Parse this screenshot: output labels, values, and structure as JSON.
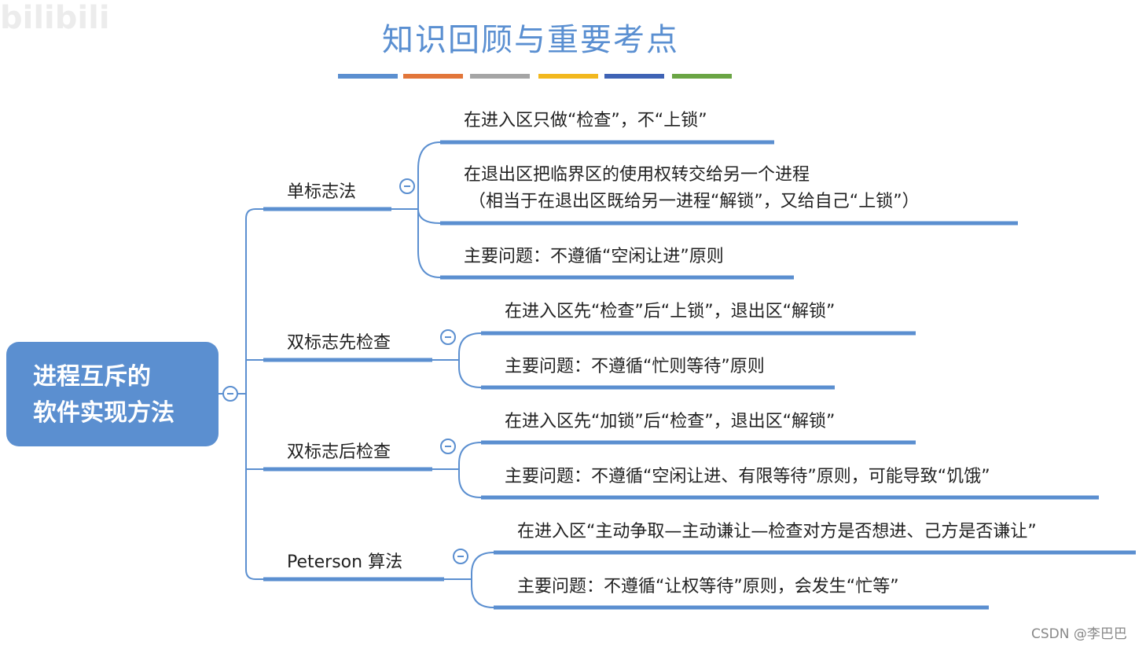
{
  "watermark": "bilibili",
  "title": "知识回顾与重要考点",
  "title_bar_colors": [
    "#5b8fd0",
    "#e2763a",
    "#a5a5a5",
    "#f2b81e",
    "#3f63b5",
    "#6aa544"
  ],
  "root": {
    "line1": "进程互斥的",
    "line2": "软件实现方法"
  },
  "branches": [
    {
      "label": "单标志法",
      "children": [
        {
          "text": "在进入区只做“检查”，不“上锁”"
        },
        {
          "text": "在退出区把临界区的使用权转交给另一个进程",
          "text2": "（相当于在退出区既给另一进程“解锁”，又给自己“上锁”）"
        },
        {
          "text": "主要问题：不遵循“空闲让进”原则"
        }
      ]
    },
    {
      "label": "双标志先检查",
      "children": [
        {
          "text": "在进入区先“检查”后“上锁”，退出区“解锁”"
        },
        {
          "text": "主要问题：不遵循“忙则等待”原则"
        }
      ]
    },
    {
      "label": "双标志后检查",
      "children": [
        {
          "text": "在进入区先“加锁”后“检查”，退出区“解锁”"
        },
        {
          "text": "主要问题：不遵循“空闲让进、有限等待”原则，可能导致“饥饿”"
        }
      ]
    },
    {
      "label": "Peterson 算法",
      "children": [
        {
          "text": "在进入区“主动争取—主动谦让—检查对方是否想进、己方是否谦让”"
        },
        {
          "text": "主要问题：不遵循“让权等待”原则，会发生“忙等”"
        }
      ]
    }
  ],
  "credit": "CSDN @李巴巴",
  "line_color": "#5b8fd0"
}
